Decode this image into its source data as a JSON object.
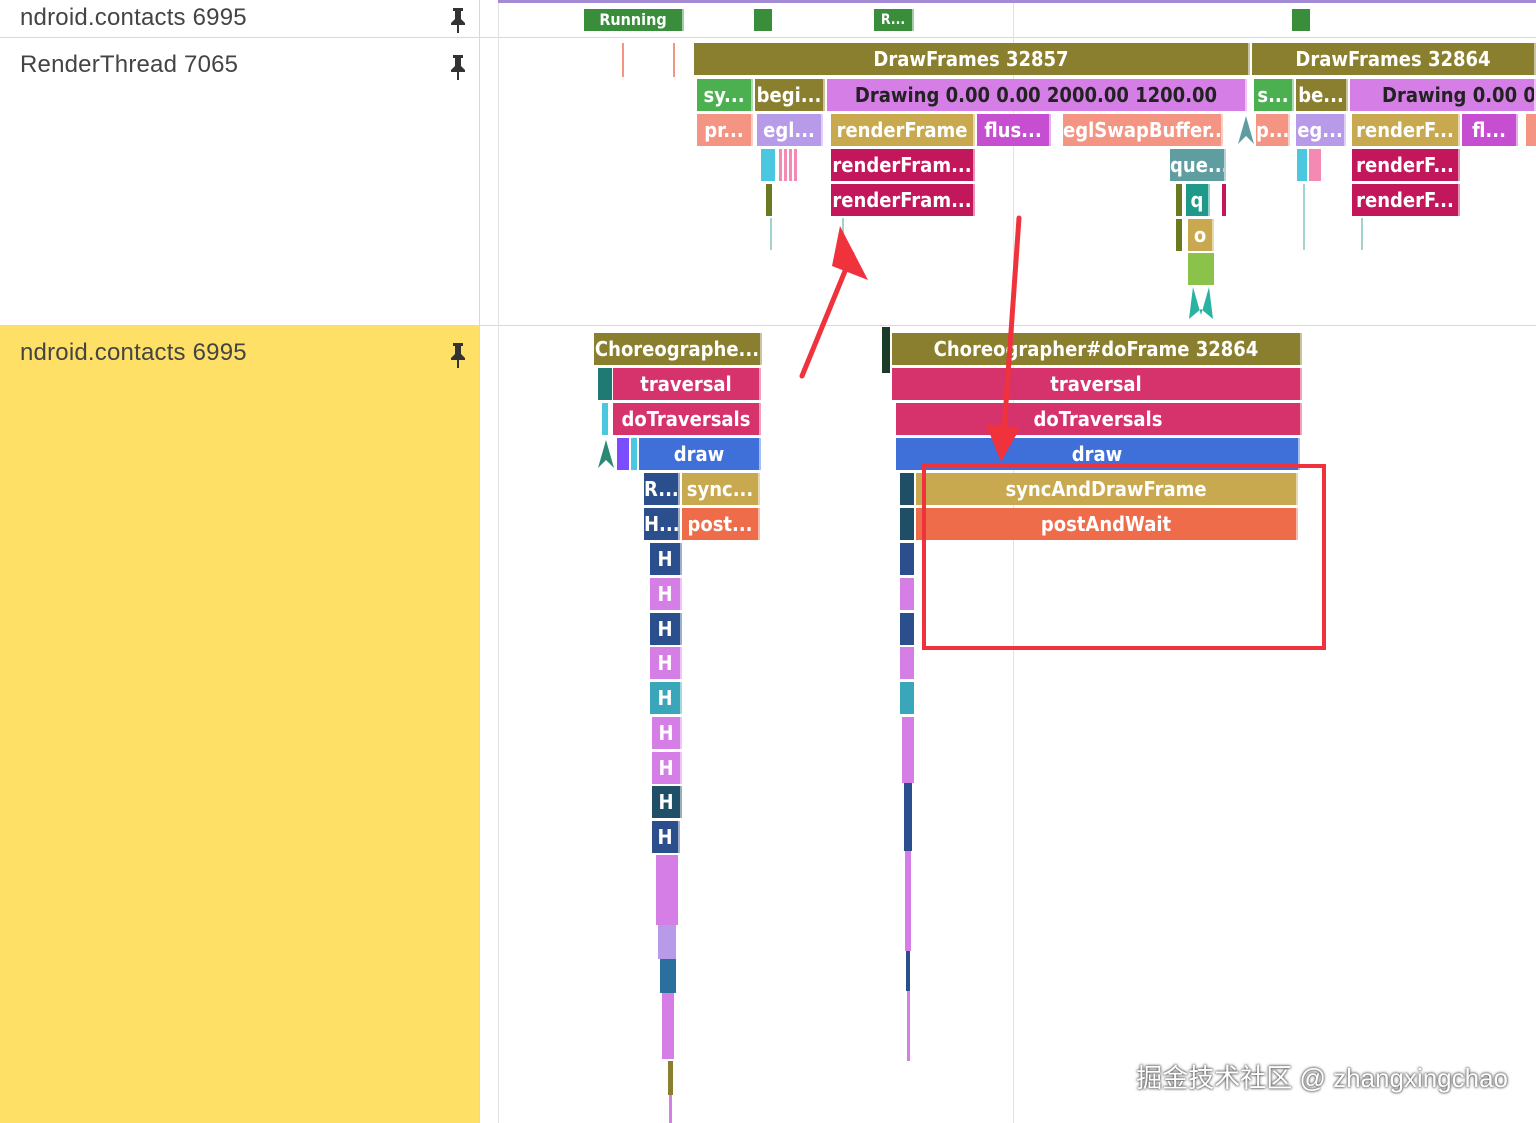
{
  "tracks": {
    "top_process": "ndroid.contacts 6995",
    "render_thread": "RenderThread 7065",
    "main_thread": "ndroid.contacts 6995"
  },
  "state_bar": {
    "running_label": "Running",
    "runnable_label": "R..."
  },
  "render_thread_slices": {
    "drawframes_1": "DrawFrames 32857",
    "drawframes_2": "DrawFrames 32864",
    "sync_1": "sy...",
    "begin_1": "begi...",
    "drawing_1": "Drawing  0.00  0.00 2000.00 1200.00",
    "sync_2": "s...",
    "begin_2": "be...",
    "drawing_2": "Drawing  0.00  0.",
    "prepare_1": "pr...",
    "egl_1": "egl...",
    "render_frame_1": "renderFrame",
    "flush_1": "flus...",
    "egl_swap_1": "eglSwapBuffer...",
    "prepare_2": "p...",
    "egl_2": "eg...",
    "render_frame_2": "renderF...",
    "flush_2": "fl...",
    "render_frame_1b": "renderFram...",
    "render_frame_1c": "renderFram...",
    "queue_1": "que...",
    "q_1": "q",
    "o_1": "o",
    "render_frame_2b": "renderF...",
    "render_frame_2c": "renderF..."
  },
  "main_thread_slices": {
    "choreographer_1": "Choreographe...",
    "traversal_1": "traversal",
    "do_traversals_1": "doTraversals",
    "draw_1": "draw",
    "r_1": "R...",
    "sync_1": "sync...",
    "h_1": "H...",
    "post_1": "post...",
    "h_label": "H",
    "choreographer_2": "Choreographer#doFrame 32864",
    "traversal_2": "traversal",
    "do_traversals_2": "doTraversals",
    "draw_2": "draw",
    "sync_and_draw": "syncAndDrawFrame",
    "post_and_wait": "postAndWait"
  },
  "watermark": "掘金技术社区 @ zhangxingchao",
  "colors": {
    "olive": "#8a7f2e",
    "pink": "#d6336c",
    "crimson": "#c2185b",
    "violet": "#d57fe6",
    "salmon": "#f49584",
    "gold": "#c8a94f",
    "green": "#4caf50",
    "teal": "#5f9ea0",
    "blue": "#3f6fd8",
    "navy": "#2b4f8c",
    "orange": "#ef6c4a",
    "highlight": "#ffe066",
    "annotation": "#f0323c"
  }
}
